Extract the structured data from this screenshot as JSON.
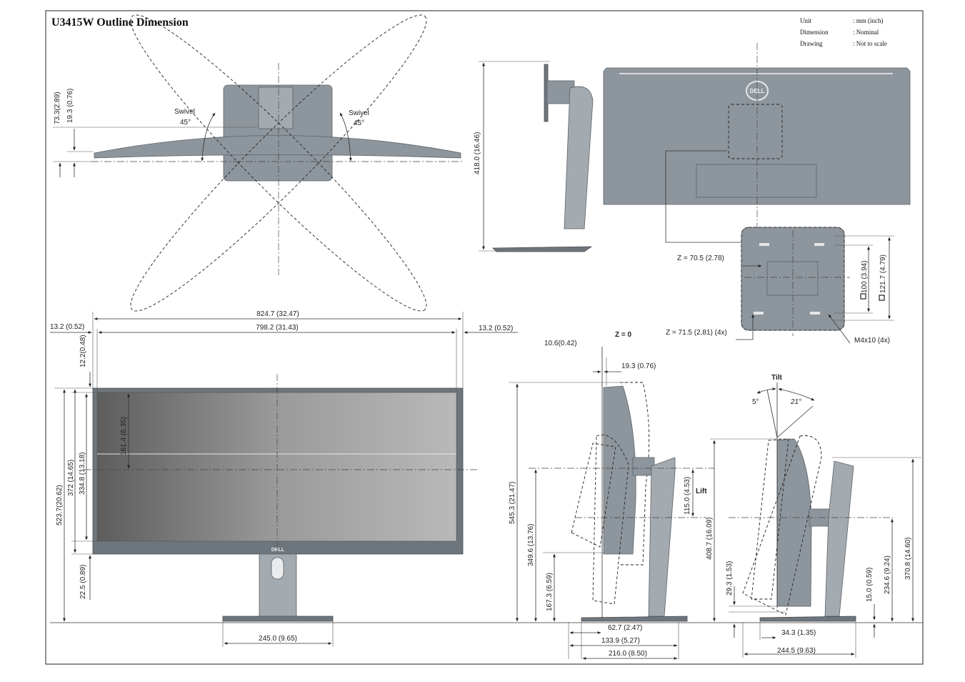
{
  "title": "U3415W Outline Dimension",
  "info": {
    "unit_label": "Unit",
    "unit_value": ": mm (inch)",
    "dimension_label": "Dimension",
    "dimension_value": ": Nominal",
    "drawing_label": "Drawing",
    "drawing_value": ": Not to scale"
  },
  "swivel": {
    "left_label": "Swivel",
    "left_angle": "45°",
    "right_label": "Swivel",
    "right_angle": "45°",
    "dim_a": "73.3(2.89)",
    "dim_b": "19.3 (0.76)"
  },
  "side": {
    "height": "418.0 (16.46)"
  },
  "rear": {
    "logo": "DELL",
    "z1": "Z = 70.5 (2.78)",
    "z2": "Z = 71.5 (2.81) (4x)",
    "vesa_100": "100 (3.94)",
    "vesa_121": "121.7 (4.79)",
    "screw": "M4x10 (4x)"
  },
  "front": {
    "w_total": "824.7 (32.47)",
    "w_panel": "798.2 (31.43)",
    "bezel_l": "13.2 (0.52)",
    "bezel_r": "13.2 (0.52)",
    "bezel_top": "12.2(0.48)",
    "h_half": "161.4 (6.35)",
    "h_total": "523.7(20.62)",
    "h_frame": "372 (14.65)",
    "h_panel": "334.8 (13.18)",
    "h_bottom": "22.5 (0.89)",
    "base_w": "245.0 (9.65)",
    "logo": "DELL"
  },
  "lift": {
    "z0": "Z = 0",
    "d106": "10.6(0.42)",
    "d193": "19.3 (0.76)",
    "h545": "545.3 (21.47)",
    "h349": "349.6 (13.76)",
    "h167": "167.3 (6.59)",
    "lift_range": "115.0 (4.53)",
    "lift_label": "Lift",
    "d627": "62.7 (2.47)",
    "d1339": "133.9 (5.27)",
    "d2160": "216.0 (8.50)"
  },
  "tilt": {
    "label": "Tilt",
    "a5": "5°",
    "a21": "21°",
    "h408": "408.7 (16.09)",
    "h293": "29.3 (1.53)",
    "h150": "15.0 (0.59)",
    "h2346": "234.6 (9.24)",
    "h3708": "370.8 (14.60)",
    "d343": "34.3 (1.35)",
    "d2445": "244.5 (9.63)"
  }
}
